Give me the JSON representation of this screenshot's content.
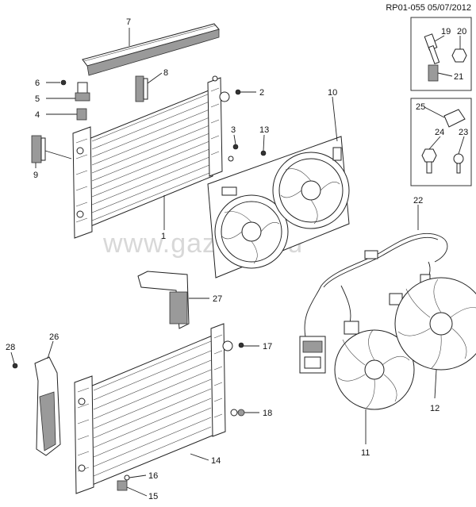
{
  "header": {
    "reference": "RP01-055 05/07/2012"
  },
  "watermark": "www.gazklad.ru",
  "callouts": [
    {
      "id": "c1",
      "label": "1"
    },
    {
      "id": "c2",
      "label": "2"
    },
    {
      "id": "c3",
      "label": "3"
    },
    {
      "id": "c4",
      "label": "4"
    },
    {
      "id": "c5",
      "label": "5"
    },
    {
      "id": "c6",
      "label": "6"
    },
    {
      "id": "c7",
      "label": "7"
    },
    {
      "id": "c8",
      "label": "8"
    },
    {
      "id": "c9",
      "label": "9"
    },
    {
      "id": "c10",
      "label": "10"
    },
    {
      "id": "c11",
      "label": "11"
    },
    {
      "id": "c12",
      "label": "12"
    },
    {
      "id": "c13",
      "label": "13"
    },
    {
      "id": "c14",
      "label": "14"
    },
    {
      "id": "c15",
      "label": "15"
    },
    {
      "id": "c16",
      "label": "16"
    },
    {
      "id": "c17",
      "label": "17"
    },
    {
      "id": "c18",
      "label": "18"
    },
    {
      "id": "c19",
      "label": "19"
    },
    {
      "id": "c20",
      "label": "20"
    },
    {
      "id": "c21",
      "label": "21"
    },
    {
      "id": "c22",
      "label": "22"
    },
    {
      "id": "c23",
      "label": "23"
    },
    {
      "id": "c24",
      "label": "24"
    },
    {
      "id": "c25",
      "label": "25"
    },
    {
      "id": "c26",
      "label": "26"
    },
    {
      "id": "c27",
      "label": "27"
    },
    {
      "id": "c28",
      "label": "28"
    }
  ]
}
